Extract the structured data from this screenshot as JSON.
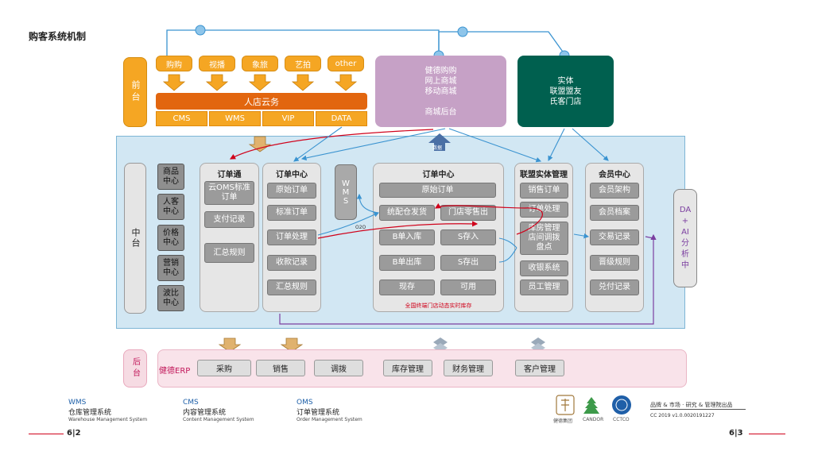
{
  "title": "购客系统机制",
  "front": {
    "side_label": "前台",
    "channels": [
      "购购",
      "视播",
      "象旅",
      "艺拍",
      "other"
    ],
    "cloud_bar": "人店云务",
    "cloud_cells": [
      "CMS",
      "WMS",
      "VIP",
      "DATA"
    ],
    "purple_box": "健德购购\n网上商城\n移动商城\n\n商城后台",
    "teal_box": "实体\n联盟盟友\n氏客门店",
    "data_arrow_label": "数据"
  },
  "middle": {
    "side_label": "中台",
    "centers": [
      "商品\n中心",
      "人客\n中心",
      "价格\n中心",
      "营销\n中心",
      "波比\n中心"
    ],
    "dingdantong": {
      "title": "订单通",
      "items": [
        "云OMS标准\n订单",
        "支付记录",
        "汇总规则"
      ]
    },
    "order_center_a": {
      "title": "订单中心",
      "items": [
        "原始订单",
        "标准订单",
        "订单处理",
        "收款记录",
        "汇总规则"
      ]
    },
    "wms_label": "W\nM\nS",
    "o2o_label": "O2O",
    "order_center_b": {
      "title": "订单中心",
      "origin": "原始订单",
      "left": [
        "统配仓发货",
        "B单入库",
        "B单出库",
        "现存"
      ],
      "right": [
        "门店零售出",
        "S存入",
        "S存出",
        "可用"
      ],
      "note": "全国终端门店动态实时库存"
    },
    "alliance": {
      "title": "联盟实体管理",
      "items": [
        "销售订单",
        "订单处理",
        "库房管理\n店间调拨\n盘点",
        "收银系统",
        "员工管理"
      ]
    },
    "member": {
      "title": "会员中心",
      "items": [
        "会员架构",
        "会员档案",
        "交易记录",
        "晋级规则",
        "兑付记录"
      ]
    },
    "da_box": "DA\n+\nAI\n分\n析\n中"
  },
  "back": {
    "side_label": "后台",
    "erp_label": "健德ERP",
    "items": [
      "采购",
      "销售",
      "调拨",
      "库存管理",
      "财务管理",
      "客户管理"
    ]
  },
  "footer": {
    "legend": [
      {
        "abbr": "WMS",
        "cn": "仓库管理系统",
        "en": "Warehouse Management System"
      },
      {
        "abbr": "CMS",
        "cn": "内容管理系统",
        "en": "Content Management System"
      },
      {
        "abbr": "OMS",
        "cn": "订单管理系统",
        "en": "Order Management System"
      }
    ],
    "page_left": "6|2",
    "page_right": "6|3",
    "logos": [
      "健德集团",
      "CANDOR",
      "CCTCO"
    ],
    "brand": "品牌 & 市场 · 研究 & 管理院出品",
    "copyright": "CC 2019 v1.0.0020191227"
  },
  "colors": {
    "orange": "#f5a623",
    "dark_orange": "#e2660f",
    "purple": "#c6a1c6",
    "teal": "#00604f",
    "light_blue": "#d2e7f3",
    "pink": "#f9e3ea",
    "arrow_red": "#d0021b",
    "arrow_blue": "#3a93d0",
    "arrow_purple": "#7b3fa0"
  }
}
